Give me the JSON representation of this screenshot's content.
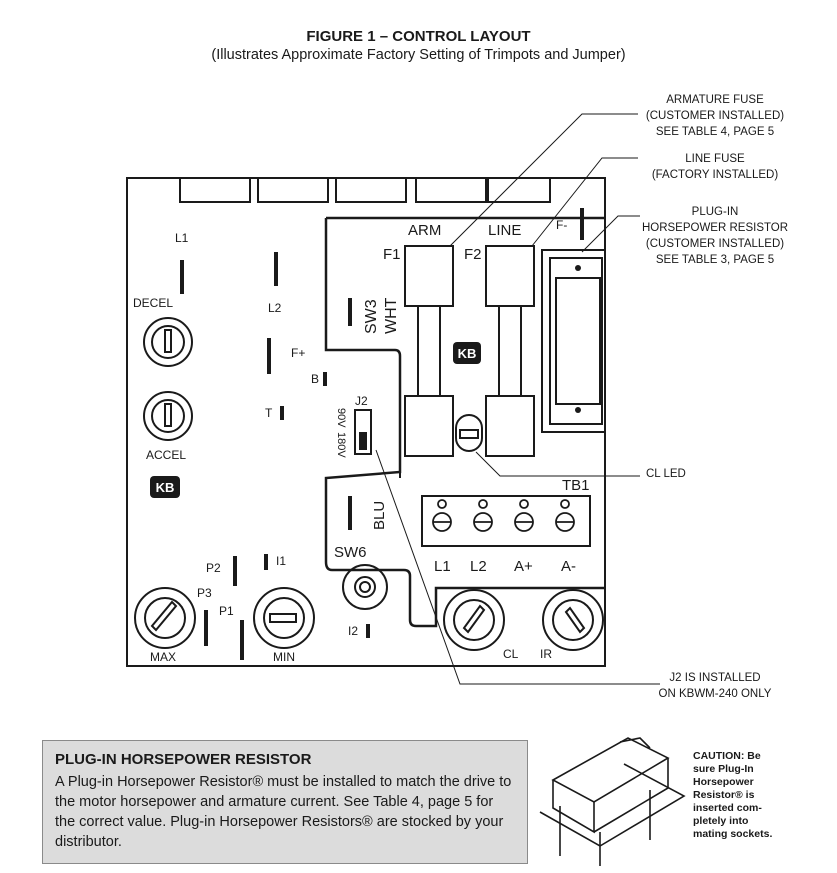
{
  "figure": {
    "title": "FIGURE 1 – CONTROL LAYOUT",
    "subtitle": "(Illustrates Approximate Factory Setting of Trimpots and Jumper)"
  },
  "callouts": {
    "armature_fuse": [
      "ARMATURE FUSE",
      "(CUSTOMER INSTALLED)",
      "SEE TABLE 4, PAGE 5"
    ],
    "line_fuse": [
      "LINE FUSE",
      "(FACTORY INSTALLED)"
    ],
    "plugin_resistor": [
      "PLUG-IN",
      "HORSEPOWER RESISTOR",
      "(CUSTOMER INSTALLED)",
      "SEE TABLE 3, PAGE 5"
    ],
    "cl_led": "CL LED",
    "j2_note": [
      "J2 IS INSTALLED",
      "ON KBWM-240 ONLY"
    ]
  },
  "board_labels": {
    "l1": "L1",
    "decel": "DECEL",
    "accel": "ACCEL",
    "l2": "L2",
    "fplus": "F+",
    "b": "B",
    "t": "T",
    "p2": "P2",
    "p3": "P3",
    "p1": "P1",
    "i1": "I1",
    "i2": "I2",
    "max": "MAX",
    "min": "MIN",
    "j2": "J2",
    "v90": "90V",
    "v180": "180V",
    "sw3": "SW3",
    "wht": "WHT",
    "blu": "BLU",
    "sw6": "SW6",
    "arm": "ARM",
    "line": "LINE",
    "f1": "F1",
    "f2": "F2",
    "fminus": "F-",
    "tb1": "TB1",
    "tb_l1": "L1",
    "tb_l2": "L2",
    "tb_aplus": "A+",
    "tb_aminus": "A-",
    "cl": "CL",
    "ir": "IR",
    "logo": "KB"
  },
  "info_box": {
    "title": "PLUG-IN HORSEPOWER RESISTOR",
    "body": "A Plug-in Horsepower Resistor® must be installed to match the drive to the motor horsepower and armature current.  See Table 4, page 5 for the correct value.  Plug-in Horsepower Resistors® are stocked by your distributor."
  },
  "caution": [
    "CAUTION: Be",
    "sure Plug-In",
    "Horsepower",
    "Resistor® is",
    "inserted com-",
    "pletely into",
    "mating sockets."
  ]
}
